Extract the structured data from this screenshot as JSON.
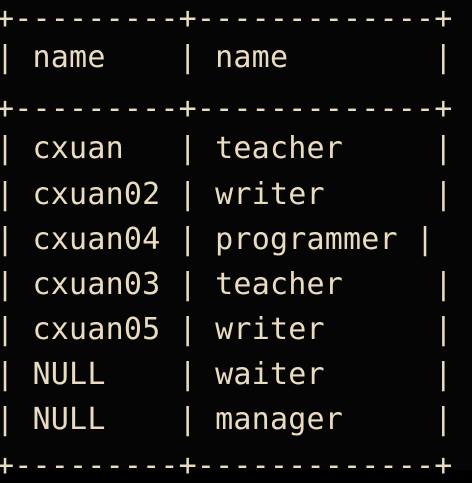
{
  "terminal": {
    "border": "+---------+-------------+",
    "header": {
      "col1": "name",
      "col2": "name"
    },
    "rows": [
      {
        "col1": "cxuan",
        "col2": "teacher"
      },
      {
        "col1": "cxuan02",
        "col2": "writer"
      },
      {
        "col1": "cxuan04",
        "col2": "programmer"
      },
      {
        "col1": "cxuan03",
        "col2": "teacher"
      },
      {
        "col1": "cxuan05",
        "col2": "writer"
      },
      {
        "col1": "NULL",
        "col2": "waiter"
      },
      {
        "col1": "NULL",
        "col2": "manager"
      }
    ]
  },
  "colors": {
    "background": "#050505",
    "text": "#e9dcc0"
  }
}
